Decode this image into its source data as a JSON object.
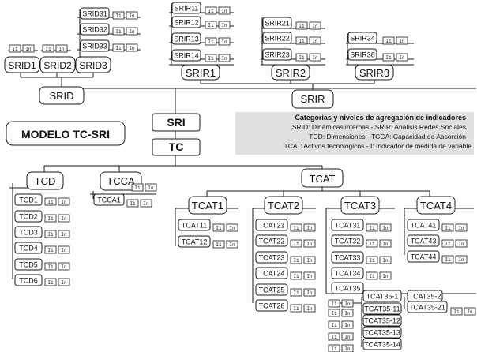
{
  "diagram": {
    "model_label": "MODELO TC-SRI",
    "root_label": "SRI",
    "tc_label": "TC",
    "indicator_labels": [
      "I1",
      "In"
    ],
    "legend": {
      "title": "Categorias y niveles de agregación de indicadores",
      "lines": [
        "SRID: Dinámicas internas - SRIR: Análisis Redes Sociales",
        "TCD: Dimensiones - TCCA: Capacidad de Absorción",
        "TCAT: Activos tecnológicos - I: Indicador de medida de variable"
      ],
      "background": "#e0e0e0"
    },
    "nodes": {
      "srid": "SRID",
      "srir": "SRIR",
      "srid1": "SRID1",
      "srid2": "SRID2",
      "srid3": "SRID3",
      "srid31": "SRID31",
      "srid32": "SRID32",
      "srid33": "SRID33",
      "srir1": "SRIR1",
      "srir2": "SRIR2",
      "srir3": "SRIR3",
      "srir11": "SRIR11",
      "srir12": "SRIR12",
      "srir13": "SRIR13",
      "srir14": "SRIR14",
      "srir21": "SRIR21",
      "srir22": "SRIR22",
      "srir23": "SRIR23",
      "srir34": "SRIR34",
      "srir38": "SRIR38",
      "tcd": "TCD",
      "tcca": "TCCA",
      "tcat": "TCAT",
      "tcd1": "TCD1",
      "tcd2": "TCD2",
      "tcd3": "TCD3",
      "tcd4": "TCD4",
      "tcd5": "TCD5",
      "tcd6": "TCD6",
      "tcca1": "TCCA1",
      "tcat1": "TCAT1",
      "tcat2": "TCAT2",
      "tcat3": "TCAT3",
      "tcat4": "TCAT4",
      "tcat11": "TCAT11",
      "tcat12": "TCAT12",
      "tcat21": "TCAT21",
      "tcat22": "TCAT22",
      "tcat23": "TCAT23",
      "tcat24": "TCAT24",
      "tcat25": "TCAT25",
      "tcat26": "TCAT26",
      "tcat31": "TCAT31",
      "tcat32": "TCAT32",
      "tcat33": "TCAT33",
      "tcat34": "TCAT34",
      "tcat35": "TCAT35",
      "tcat41": "TCAT41",
      "tcat43": "TCAT43",
      "tcat44": "TCAT44",
      "tcat35_1": "TCAT35-1",
      "tcat35_2": "TCAT35-2",
      "tcat35_11": "TCAT35-11",
      "tcat35_12": "TCAT35-12",
      "tcat35_13": "TCAT35-13",
      "tcat35_14": "TCAT35-14",
      "tcat35_21": "TCAT35-21"
    }
  }
}
